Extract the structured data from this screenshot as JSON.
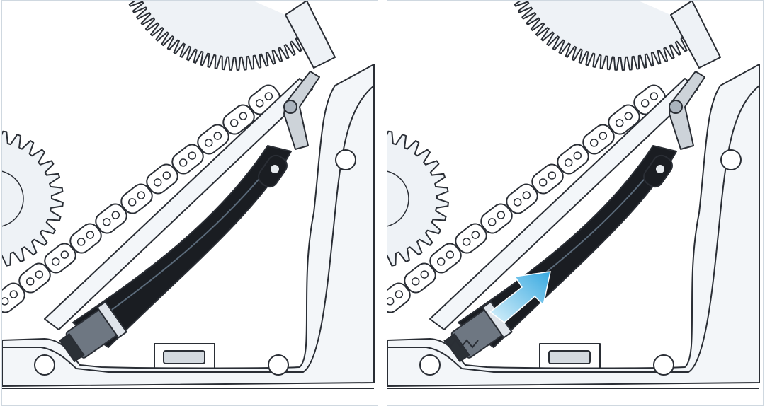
{
  "panels": [
    {
      "id": "left",
      "state": "tensioner-relaxed",
      "arrow": false
    },
    {
      "id": "right",
      "state": "tensioner-pushing",
      "arrow": true
    }
  ],
  "colors": {
    "line": "#2a2e35",
    "housing_fill": "#e9eff4",
    "sprocket_fill": "#eef2f6",
    "chain_fill": "#ffffff",
    "rail_fill": "#1a1d22",
    "rail_highlight": "#5a6a7a",
    "arrow_light": "#d9f1fb",
    "arrow_dark": "#38a9e0"
  }
}
